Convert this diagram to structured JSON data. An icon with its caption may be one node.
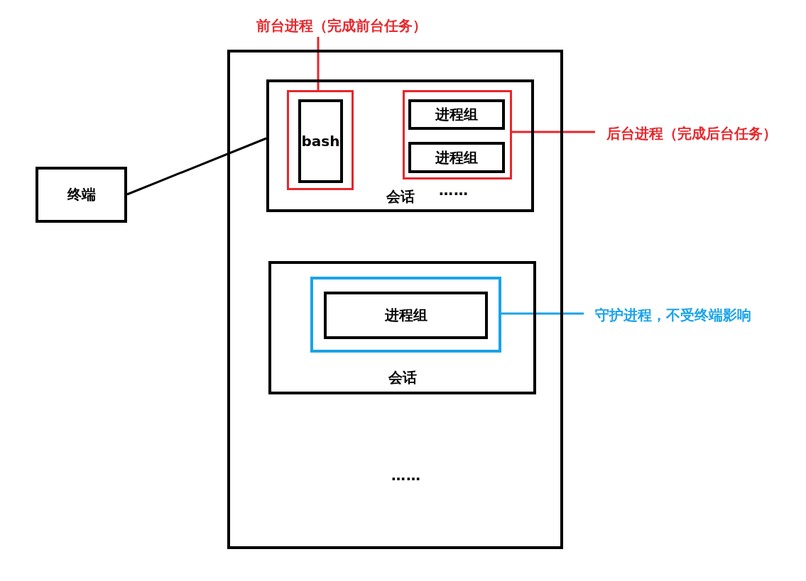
{
  "diagram": {
    "nodes": [
      {
        "text": [],
        "shape": "box"
      },
      {
        "text": [
          "会话"
        ],
        "in": 0
      },
      {
        "text": [],
        "shape": "box",
        "in": 1
      },
      {
        "text": [
          "bash"
        ],
        "in": 2
      },
      {
        "text": [],
        "shape": "box",
        "in": 1
      },
      {
        "text": [
          "进程组"
        ],
        "in": 4
      },
      {
        "text": [
          "进程组"
        ],
        "in": 4
      },
      {
        "text": [
          "会话"
        ],
        "in": 0
      },
      {
        "text": [],
        "shape": "box",
        "in": 7
      },
      {
        "text": [
          "进程组"
        ],
        "in": 8
      },
      {
        "text": [
          "终端"
        ]
      },
      {
        "text": [
          "前台进程（完成前台任务）"
        ]
      },
      {
        "text": [
          "后台进程（完成后台任务）"
        ]
      },
      {
        "text": [
          "守护进程，不受终端影响"
        ]
      }
    ],
    "edges": [
      {
        "from": 10,
        "to": 1,
        "arrow": "none",
        "color": "#000000"
      },
      {
        "from": 11,
        "to": 2,
        "arrow": "none",
        "color": "#e8262b"
      },
      {
        "from": 4,
        "to": 12,
        "arrow": "none",
        "color": "#e8262b"
      },
      {
        "from": 8,
        "to": 13,
        "arrow": "none",
        "color": "#1aa3e8"
      }
    ],
    "labels": [
      "……",
      "……"
    ]
  }
}
